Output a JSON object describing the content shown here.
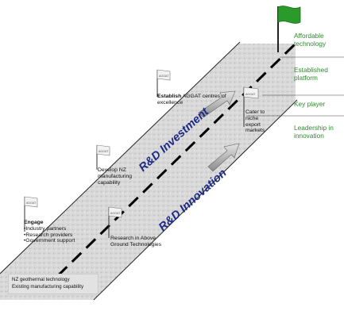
{
  "outcomes": [
    "Affordable technology",
    "Established platform",
    "Key player",
    "Leadership in innovation"
  ],
  "banners": {
    "investment": "R&D Investment",
    "innovation": "R&D Innovation"
  },
  "milestones": {
    "engage": {
      "title": "Engage",
      "items": [
        "Industry partners",
        "Research providers",
        "Government support"
      ]
    },
    "develop": "Develop NZ manufacturing capability",
    "establish": {
      "title": "Establish",
      "rest": "AGGAT centres of excellence"
    },
    "research": "Research in Above Ground Technologies",
    "cater": "Cater to niche export markets"
  },
  "start_box": [
    "NZ geothermal technology",
    "Existing manufacturing capability"
  ],
  "flag_label": "AGGAT",
  "colors": {
    "green": "#2f8a2f",
    "blue": "#1f2a86",
    "road": "#d6d6d6"
  }
}
